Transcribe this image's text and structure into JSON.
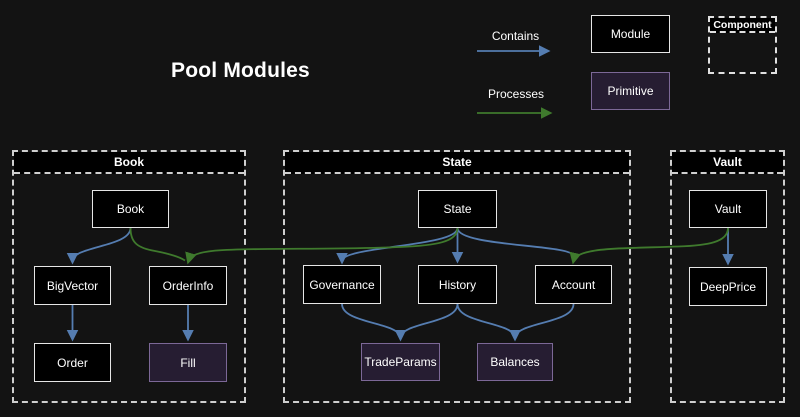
{
  "title": "Pool Modules",
  "legend": {
    "contains_label": "Contains",
    "processes_label": "Processes",
    "module_label": "Module",
    "primitive_label": "Primitive",
    "component_label": "Component"
  },
  "colors": {
    "background": "#131313",
    "contains_edge": "#557db1",
    "processes_edge": "#3f7a2d",
    "module_fill": "#000000",
    "module_border": "#e6e6e6",
    "primitive_fill": "#261d32",
    "primitive_border": "#7c6897"
  },
  "containers": {
    "book": {
      "label": "Book"
    },
    "state": {
      "label": "State"
    },
    "vault": {
      "label": "Vault"
    }
  },
  "nodes": {
    "book": {
      "label": "Book",
      "type": "module"
    },
    "bigvector": {
      "label": "BigVector",
      "type": "module"
    },
    "orderinfo": {
      "label": "OrderInfo",
      "type": "module"
    },
    "order": {
      "label": "Order",
      "type": "module"
    },
    "fill": {
      "label": "Fill",
      "type": "primitive"
    },
    "state": {
      "label": "State",
      "type": "module"
    },
    "governance": {
      "label": "Governance",
      "type": "module"
    },
    "history": {
      "label": "History",
      "type": "module"
    },
    "account": {
      "label": "Account",
      "type": "module"
    },
    "tradeparams": {
      "label": "TradeParams",
      "type": "primitive"
    },
    "balances": {
      "label": "Balances",
      "type": "primitive"
    },
    "vault": {
      "label": "Vault",
      "type": "module"
    },
    "deepprice": {
      "label": "DeepPrice",
      "type": "module"
    }
  },
  "edges": [
    {
      "from": "Book",
      "to": "BigVector",
      "type": "contains"
    },
    {
      "from": "BigVector",
      "to": "Order",
      "type": "contains"
    },
    {
      "from": "OrderInfo",
      "to": "Fill",
      "type": "contains"
    },
    {
      "from": "State",
      "to": "Governance",
      "type": "contains"
    },
    {
      "from": "State",
      "to": "History",
      "type": "contains"
    },
    {
      "from": "State",
      "to": "Account",
      "type": "contains"
    },
    {
      "from": "Governance",
      "to": "TradeParams",
      "type": "contains"
    },
    {
      "from": "History",
      "to": "TradeParams",
      "type": "contains"
    },
    {
      "from": "History",
      "to": "Balances",
      "type": "contains"
    },
    {
      "from": "Account",
      "to": "Balances",
      "type": "contains"
    },
    {
      "from": "Vault",
      "to": "DeepPrice",
      "type": "contains"
    },
    {
      "from": "Book",
      "to": "OrderInfo",
      "type": "processes"
    },
    {
      "from": "State",
      "to": "OrderInfo",
      "type": "processes"
    },
    {
      "from": "Vault",
      "to": "Account",
      "type": "processes"
    }
  ]
}
